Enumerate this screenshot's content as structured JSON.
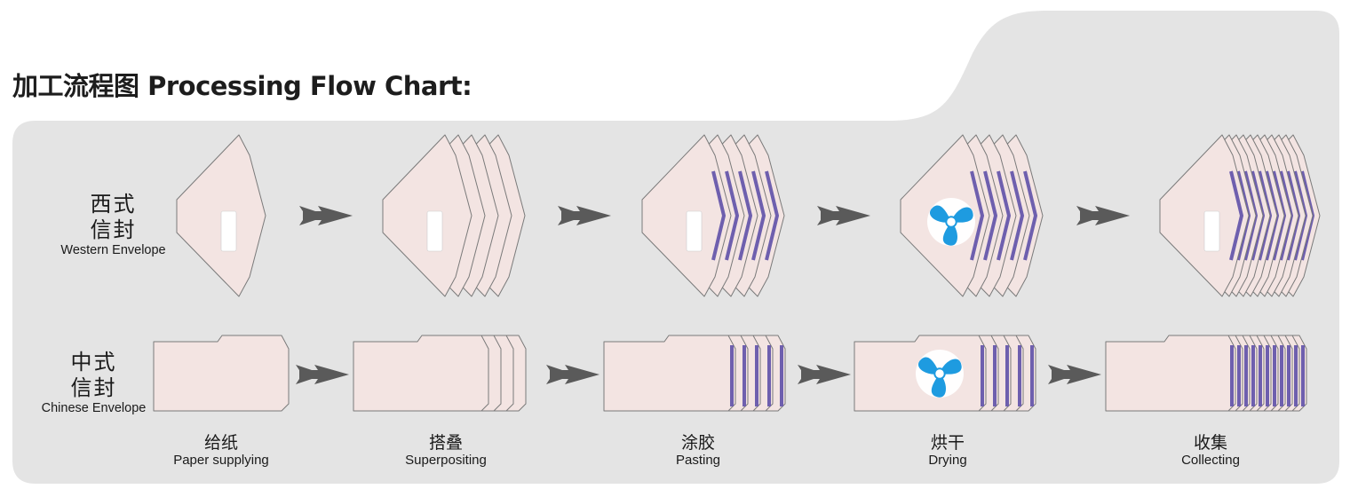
{
  "title": "加工流程图 Processing Flow Chart:",
  "rows": {
    "western": {
      "zh_line1": "西式",
      "zh_line2": "信封",
      "en": "Western Envelope"
    },
    "chinese": {
      "zh_line1": "中式",
      "zh_line2": "信封",
      "en": "Chinese Envelope"
    }
  },
  "steps": [
    {
      "zh": "给纸",
      "en": "Paper supplying"
    },
    {
      "zh": "搭叠",
      "en": "Superpositing"
    },
    {
      "zh": "涂胶",
      "en": "Pasting"
    },
    {
      "zh": "烘干",
      "en": "Drying"
    },
    {
      "zh": "收集",
      "en": "Collecting"
    }
  ],
  "stages": {
    "western": [
      {
        "envelopes": 1,
        "glue": false,
        "fan": false
      },
      {
        "envelopes": 5,
        "glue": false,
        "fan": false
      },
      {
        "envelopes": 5,
        "glue": true,
        "fan": false
      },
      {
        "envelopes": 5,
        "glue": true,
        "fan": true
      },
      {
        "envelopes": 11,
        "glue": true,
        "fan": false
      }
    ],
    "chinese": [
      {
        "envelopes": 1,
        "glue": false,
        "fan": false
      },
      {
        "envelopes": 4,
        "glue": false,
        "fan": false
      },
      {
        "envelopes": 5,
        "glue": true,
        "fan": false
      },
      {
        "envelopes": 5,
        "glue": true,
        "fan": true
      },
      {
        "envelopes": 11,
        "glue": true,
        "fan": false
      }
    ]
  },
  "colors": {
    "panel": "#e4e4e4",
    "envelope_fill": "#f3e4e2",
    "envelope_stroke": "#7a7a7a",
    "glue": "#6e5fae",
    "arrow": "#5a5a5a",
    "fan": "#1e9be0",
    "window": "#ffffff"
  },
  "icons": {
    "flow_arrow": "double-chevron-arrow-icon",
    "dryer": "fan-icon"
  }
}
